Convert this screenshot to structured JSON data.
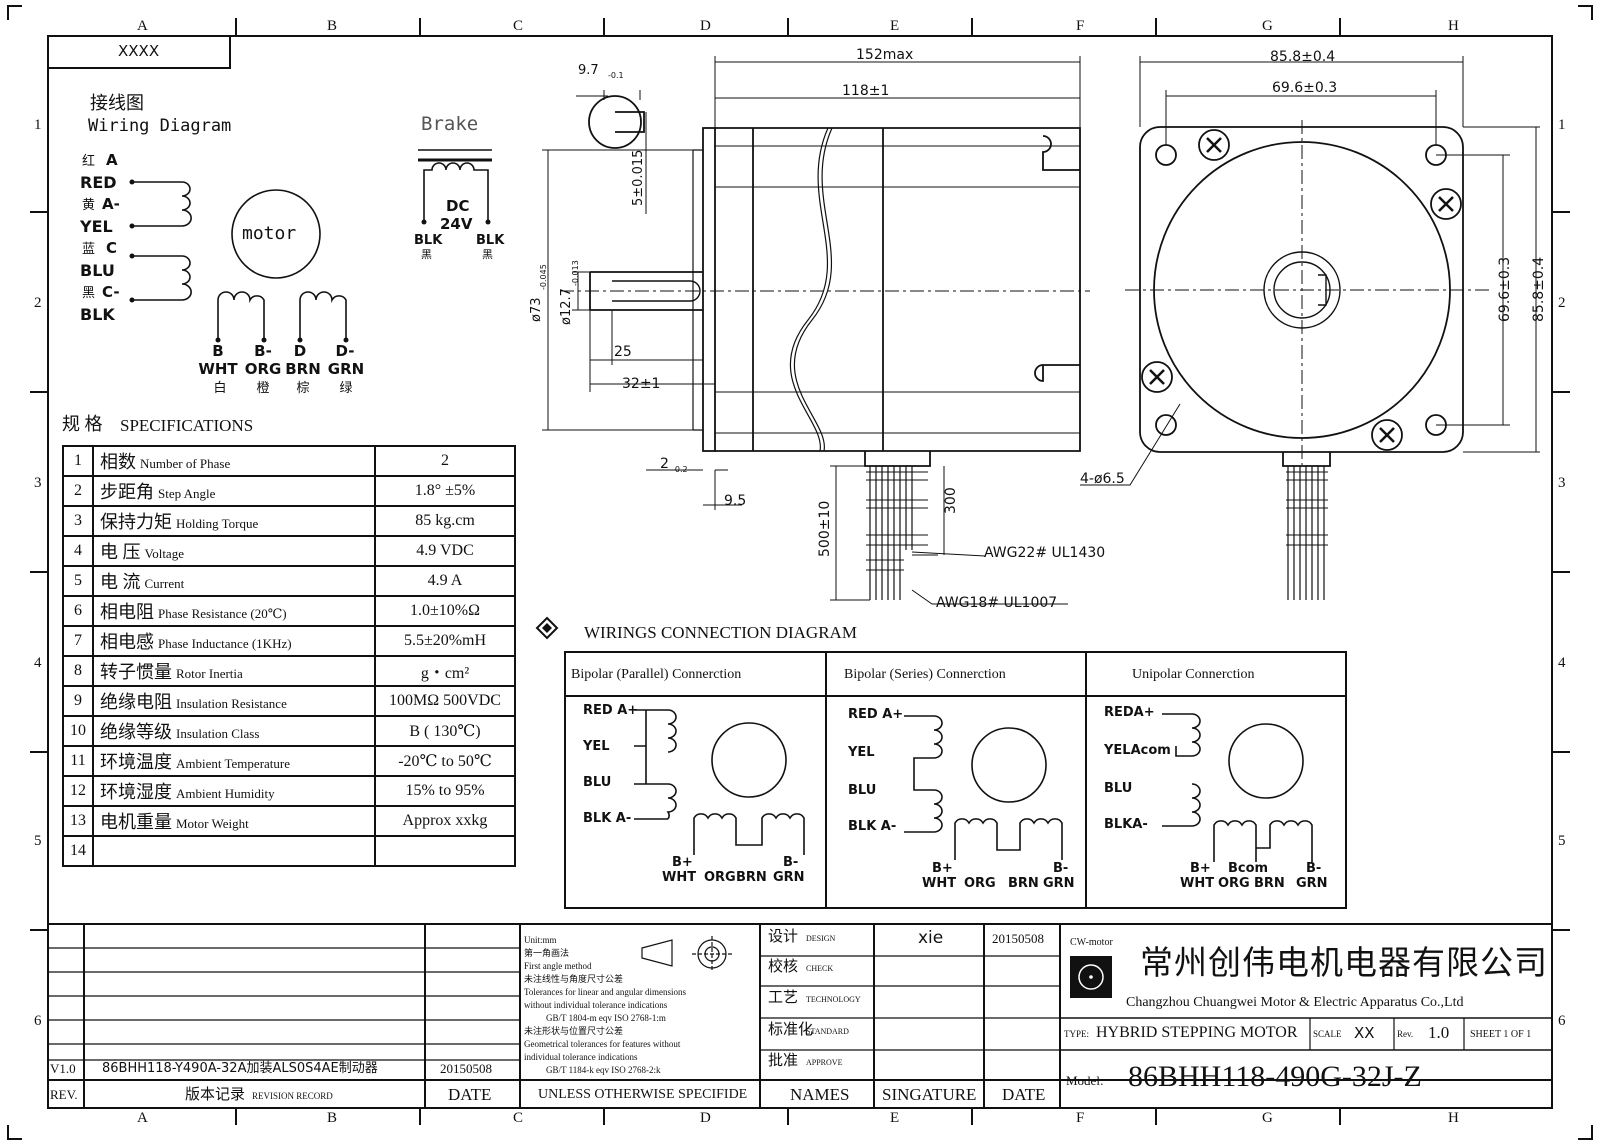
{
  "drawing": {
    "header_code": "XXXX",
    "column_letters": [
      "A",
      "B",
      "C",
      "D",
      "E",
      "F",
      "G",
      "H"
    ],
    "row_numbers": [
      "1",
      "2",
      "3",
      "4",
      "5",
      "6"
    ]
  },
  "wiring": {
    "title_cn": "接线图",
    "title_en": "Wiring Diagram",
    "motor_label": "motor",
    "leads_a": [
      {
        "cn": "红",
        "code": "A",
        "color": "RED"
      },
      {
        "cn": "黄",
        "code": "A-",
        "color": "YEL"
      },
      {
        "cn": "蓝",
        "code": "C",
        "color": "BLU"
      },
      {
        "cn": "黑",
        "code": "C-",
        "color": "BLK"
      }
    ],
    "leads_b": [
      {
        "code": "B",
        "color": "WHT",
        "cn": "白"
      },
      {
        "code": "B-",
        "color": "ORG",
        "cn": "橙"
      },
      {
        "code": "D",
        "color": "BRN",
        "cn": "棕"
      },
      {
        "code": "D-",
        "color": "GRN",
        "cn": "绿"
      }
    ],
    "brake": {
      "title": "Brake",
      "voltage_1": "DC",
      "voltage_2": "24V",
      "lead_1": "BLK",
      "lead_2": "BLK",
      "lead_cn_1": "黑",
      "lead_cn_2": "黑"
    }
  },
  "specs": {
    "title_cn": "规 格",
    "title_en": "SPECIFICATIONS",
    "rows": [
      {
        "n": "1",
        "cn": "相数",
        "en": "Number of Phase",
        "value": "2"
      },
      {
        "n": "2",
        "cn": "步距角",
        "en": "Step Angle",
        "value": "1.8° ±5%"
      },
      {
        "n": "3",
        "cn": "保持力矩",
        "en": "Holding Torque",
        "value": "85 kg.cm"
      },
      {
        "n": "4",
        "cn": "电 压",
        "en": "Voltage",
        "value": "4.9 VDC"
      },
      {
        "n": "5",
        "cn": "电 流",
        "en": "Current",
        "value": "4.9 A"
      },
      {
        "n": "6",
        "cn": "相电阻",
        "en": "Phase Resistance (20℃)",
        "value": "1.0±10%Ω"
      },
      {
        "n": "7",
        "cn": "相电感",
        "en": "Phase Inductance (1KHz)",
        "value": "5.5±20%mH"
      },
      {
        "n": "8",
        "cn": "转子惯量",
        "en": "Rotor Inertia",
        "value": "g・cm²"
      },
      {
        "n": "9",
        "cn": "绝缘电阻",
        "en": "Insulation Resistance",
        "value": "100MΩ 500VDC"
      },
      {
        "n": "10",
        "cn": "绝缘等级",
        "en": "Insulation Class",
        "value": "B ( 130℃)"
      },
      {
        "n": "11",
        "cn": "环境温度",
        "en": "Ambient Temperature",
        "value": "-20℃ to 50℃"
      },
      {
        "n": "12",
        "cn": "环境湿度",
        "en": "Ambient Humidity",
        "value": "15% to 95%"
      },
      {
        "n": "13",
        "cn": "电机重量",
        "en": "Motor Weight",
        "value": "Approx xxkg"
      },
      {
        "n": "14",
        "cn": "",
        "en": "",
        "value": ""
      }
    ]
  },
  "dimensions": {
    "overall_length": "152max",
    "body_length": "118±1",
    "key_width": "9.7",
    "key_width_tol": "-0.1",
    "key_height": "5±0.015",
    "pilot_dia": "ø73",
    "pilot_tol": "-0.045",
    "shaft_dia": "ø12.7",
    "shaft_tol": "-0.013",
    "key_length": "25",
    "shaft_length": "32±1",
    "pilot_height": "2",
    "pilot_height_tol": "-0.2",
    "flange_thickness": "9.5",
    "lead_length": "500±10",
    "brake_lead_length": "300",
    "wire_1": "AWG22# UL1430",
    "wire_2": "AWG18# UL1007",
    "flange_size": "85.8±0.4",
    "bolt_spacing": "69.6±0.3",
    "bolt_spacing_v": "69.6±0.3",
    "flange_size_v": "85.8±0.4",
    "mount_holes": "4-ø6.5"
  },
  "connections": {
    "title": "WIRINGS CONNECTION DIAGRAM",
    "panels": [
      {
        "title": "Bipolar (Parallel) Connerction",
        "left": [
          "RED A+",
          "YEL",
          "BLU",
          "BLK A-"
        ],
        "bottom_top": [
          "B+",
          "",
          "",
          "B-"
        ],
        "bottom": [
          "WHT",
          "ORG",
          "BRN",
          "GRN"
        ]
      },
      {
        "title": "Bipolar (Series) Connerction",
        "left": [
          "RED A+",
          "YEL",
          "BLU",
          "BLK A-"
        ],
        "bottom_top": [
          "B+",
          "",
          "",
          "B-"
        ],
        "bottom": [
          "WHT",
          "ORG",
          "BRN",
          "GRN"
        ]
      },
      {
        "title": "Unipolar Connerction",
        "left": [
          "REDA+",
          "YELAcom",
          "BLU",
          "BLKA-"
        ],
        "bottom_top": [
          "B+",
          "Bcom",
          "",
          "B-"
        ],
        "bottom": [
          "WHT",
          "ORG",
          "BRN",
          "GRN"
        ]
      }
    ]
  },
  "titleblock": {
    "revision": {
      "rev": "V1.0",
      "desc": "86BHH118-Y490A-32A加装ALS0S4AE制动器",
      "date": "20150508"
    },
    "rev_label": "REV.",
    "record_label_cn": "版本记录",
    "record_label_en": "REVISION RECORD",
    "date_label": "DATE",
    "notes": [
      "Unit:mm",
      "第一角画法",
      "First angle method",
      "未注线性与角度尺寸公差",
      "Tolerances for linear and angular dimensions",
      "without individual tolerance indications",
      "GB/T 1804-m eqv ISO 2768-1:m",
      "未注形状与位置尺寸公差",
      "Geometrical tolerances for features without",
      "individual tolerance indications",
      "GB/T 1184-k eqv ISO 2768-2:k"
    ],
    "unless": "UNLESS OTHERWISE SPECIFIDE",
    "sign_rows": [
      {
        "cn": "设计",
        "en": "DESIGN",
        "sig": "xie",
        "date": "20150508"
      },
      {
        "cn": "校核",
        "en": "CHECK",
        "sig": "",
        "date": ""
      },
      {
        "cn": "工艺",
        "en": "TECHNOLOGY",
        "sig": "",
        "date": ""
      },
      {
        "cn": "标准化",
        "en": "STANDARD",
        "sig": "",
        "date": ""
      },
      {
        "cn": "批准",
        "en": "APPROVE",
        "sig": "",
        "date": ""
      }
    ],
    "names_label": "NAMES",
    "signature_label": "SINGATURE",
    "date2_label": "DATE",
    "brand_small": "CW-motor",
    "company_cn": "常州创伟电机电器有限公司",
    "company_en": "Changzhou Chuangwei Motor & Electric Apparatus Co.,Ltd",
    "type_label": "TYPE:",
    "type_value": "HYBRID STEPPING MOTOR",
    "scale_label": "SCALE",
    "scale_value": "XX",
    "rev_label2": "Rev.",
    "rev_value": "1.0",
    "sheet": "SHEET 1 OF 1",
    "model_label": "Model:",
    "model_value": "86BHH118-490G-32J-Z"
  }
}
